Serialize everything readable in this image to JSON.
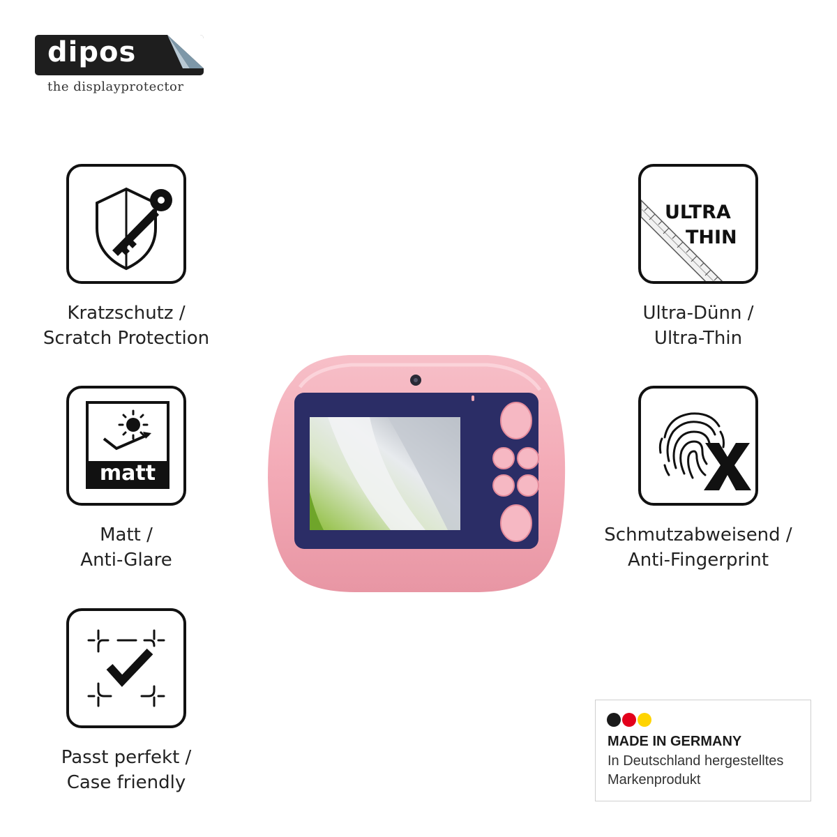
{
  "brand": {
    "name": "dipos",
    "tagline": "the displayprotector"
  },
  "features": {
    "scratch": {
      "icon": "shield-key-icon",
      "line1": "Kratzschutz /",
      "line2": "Scratch Protection"
    },
    "matt": {
      "icon": "matt-sun-icon",
      "badge": "matt",
      "line1": "Matt /",
      "line2": "Anti-Glare"
    },
    "fit": {
      "icon": "checkmark-frame-icon",
      "line1": "Passt perfekt /",
      "line2": "Case friendly"
    },
    "thin": {
      "icon": "ultra-thin-ruler-icon",
      "badge_line1": "ULTRA",
      "badge_line2": "THIN",
      "line1": "Ultra-Dünn /",
      "line2": "Ultra-Thin"
    },
    "fingerprint": {
      "icon": "fingerprint-x-icon",
      "line1": "Schmutzabweisend /",
      "line2": "Anti-Fingerprint"
    }
  },
  "product": {
    "icon": "pink-kids-camera-image"
  },
  "germany_badge": {
    "flag_colors": [
      "#1a1a1a",
      "#e3001b",
      "#ffd400"
    ],
    "title": "MADE IN GERMANY",
    "line1": "In Deutschland hergestelltes",
    "line2": "Markenprodukt"
  }
}
